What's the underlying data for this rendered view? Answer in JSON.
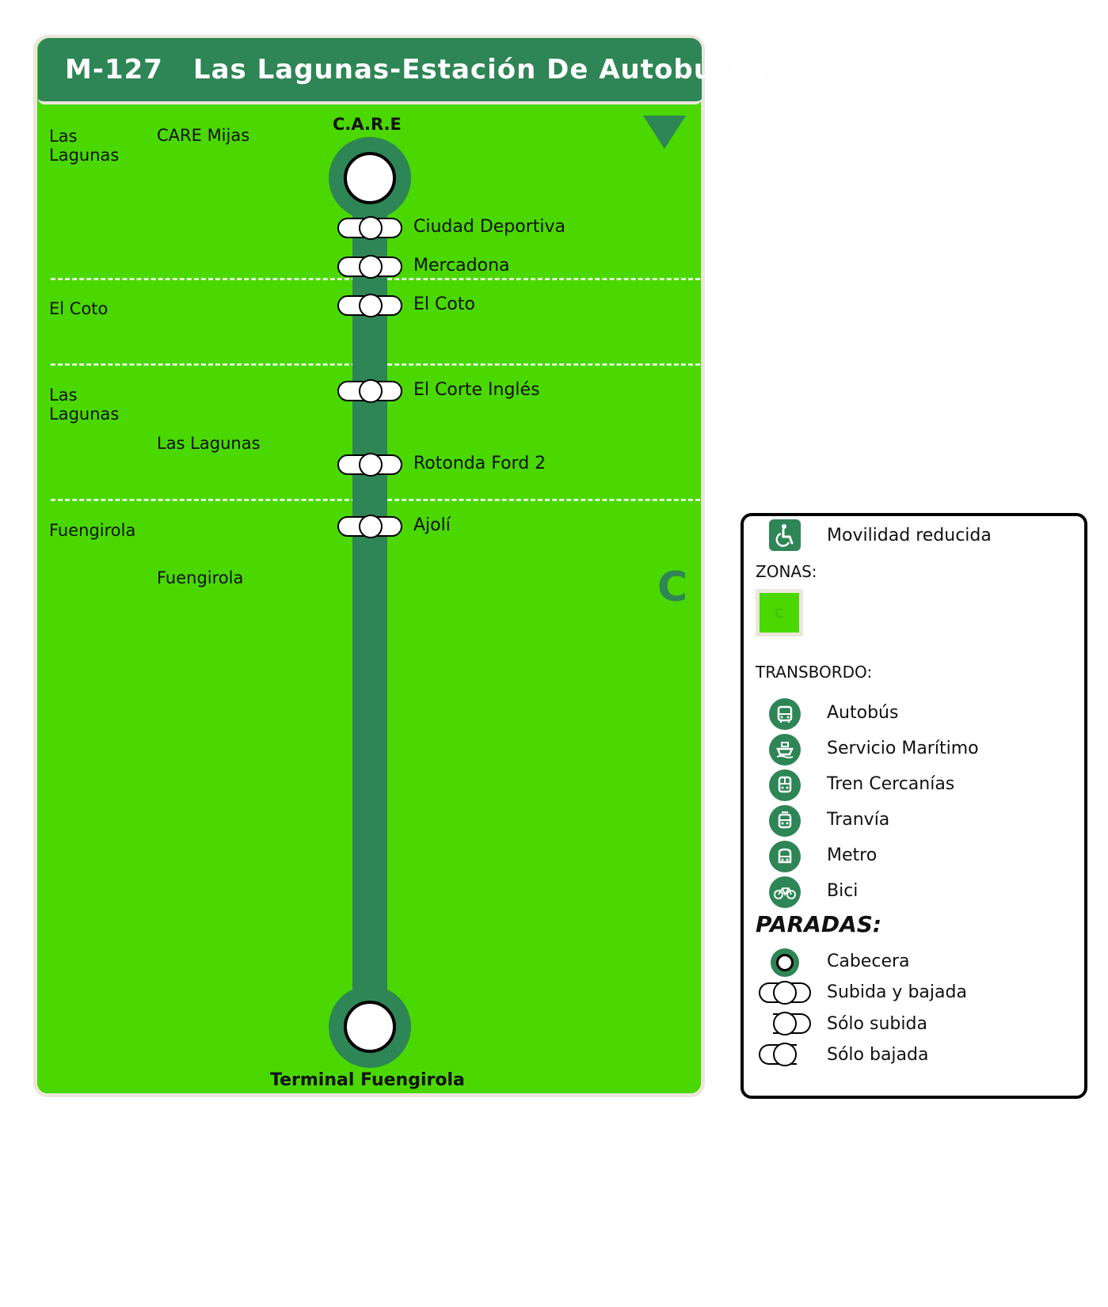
{
  "route": {
    "code": "M-127",
    "name": "Las Lagunas-Estación De Autobuses"
  },
  "terminals": {
    "start": "C.A.R.E",
    "end": "Terminal Fuengirola"
  },
  "zones": {
    "z1": "Las\nLagunas",
    "z2": "El Coto",
    "z3": "Las\nLagunas",
    "z4": "Fuengirola"
  },
  "localities": {
    "l1": "CARE Mijas",
    "l2": "Las Lagunas",
    "l3": "Fuengirola"
  },
  "stops": [
    "Ciudad Deportiva",
    "Mercadona",
    "El Coto",
    "El Corte Inglés",
    "Rotonda Ford 2",
    "Ajolí"
  ],
  "zone_letter": "C",
  "legend": {
    "reduced_mobility": "Movilidad reducida",
    "zones_heading": "ZONAS:",
    "zone_swatch_letter": "C",
    "transfer_heading": "TRANSBORDO:",
    "transfers": [
      {
        "label": "Autobús",
        "icon": "bus-icon"
      },
      {
        "label": "Servicio Marítimo",
        "icon": "ship-icon"
      },
      {
        "label": "Tren Cercanías",
        "icon": "train-icon"
      },
      {
        "label": "Tranvía",
        "icon": "tram-icon"
      },
      {
        "label": "Metro",
        "icon": "metro-icon"
      },
      {
        "label": "Bici",
        "icon": "bicycle-icon"
      }
    ],
    "stops_heading": "PARADAS:",
    "stop_types": {
      "head": "Cabecera",
      "both": "Subida y bajada",
      "board": "Sólo subida",
      "alight": "Sólo bajada"
    }
  },
  "colors": {
    "zone_fill": "#4ad800",
    "route_line": "#2e8555"
  }
}
